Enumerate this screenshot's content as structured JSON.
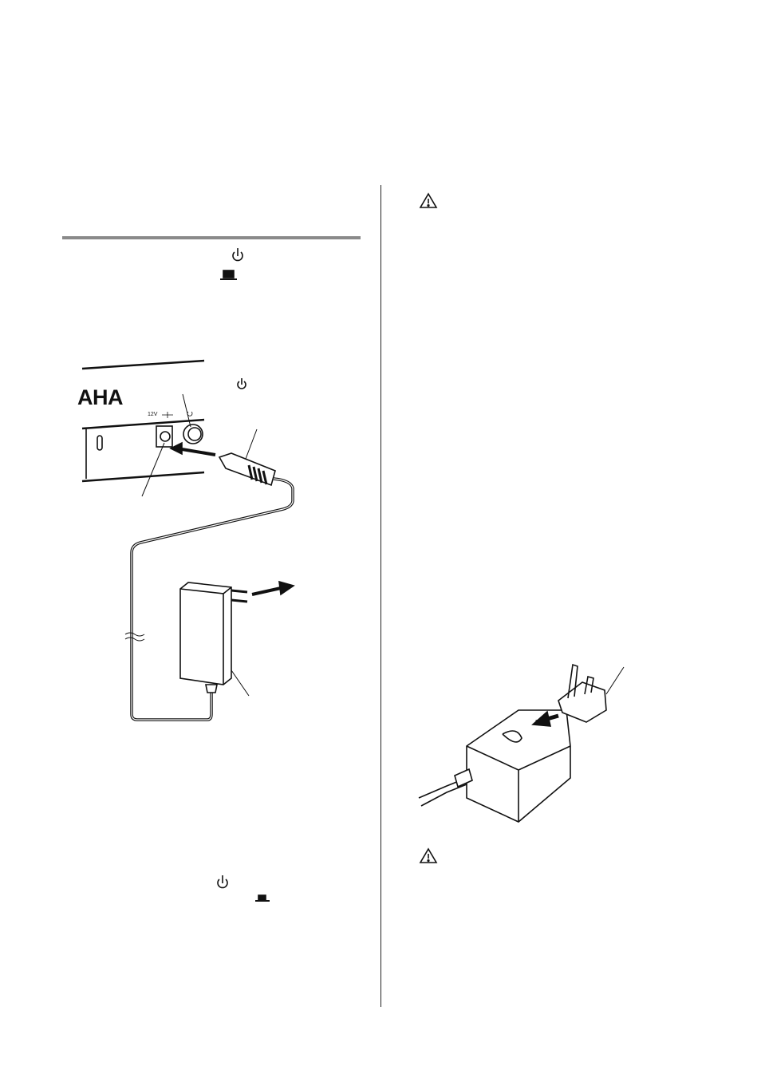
{
  "section_rule": {
    "color": "#8a8a8a"
  },
  "figure_connect": {
    "logo_fragment": "AHA",
    "voltage_label": "12V",
    "icons": [
      "power-symbol-icon",
      "power-button-icon",
      "dc-polarity-icon"
    ]
  },
  "figure_plug": {
    "icons": [
      "plug-adapter"
    ]
  },
  "warnings": {
    "icon": "warning-triangle-icon",
    "count": 2
  }
}
